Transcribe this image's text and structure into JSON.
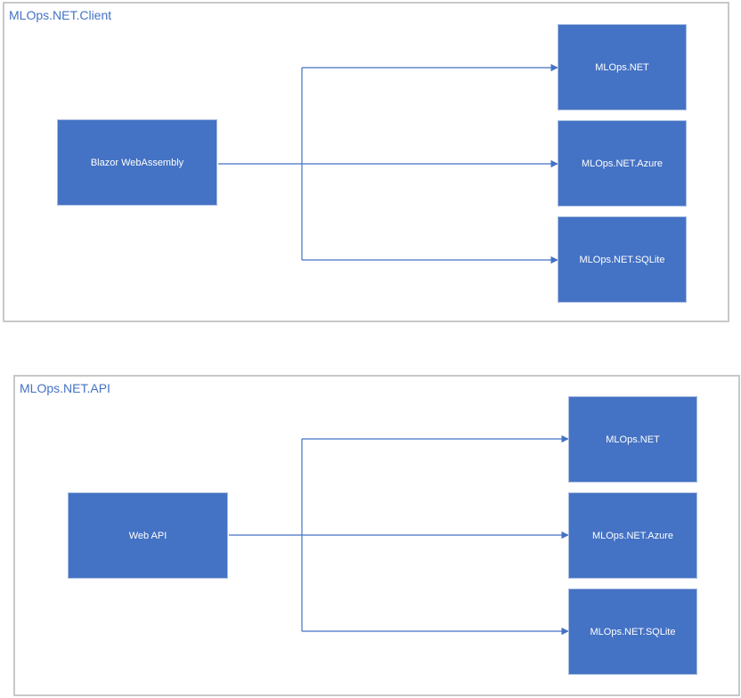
{
  "colors": {
    "box_fill": "#4472C4",
    "line": "#4472C4",
    "group_border": "#C8C8C8",
    "title_text": "#4472C4"
  },
  "groups": [
    {
      "title": "MLOps.NET.Client",
      "source": "Blazor WebAssembly",
      "targets": [
        "MLOps.NET",
        "MLOps.NET.Azure",
        "MLOps.NET.SQLite"
      ]
    },
    {
      "title": "MLOps.NET.API",
      "source": "Web API",
      "targets": [
        "MLOps.NET",
        "MLOps.NET.Azure",
        "MLOps.NET.SQLite"
      ]
    }
  ]
}
